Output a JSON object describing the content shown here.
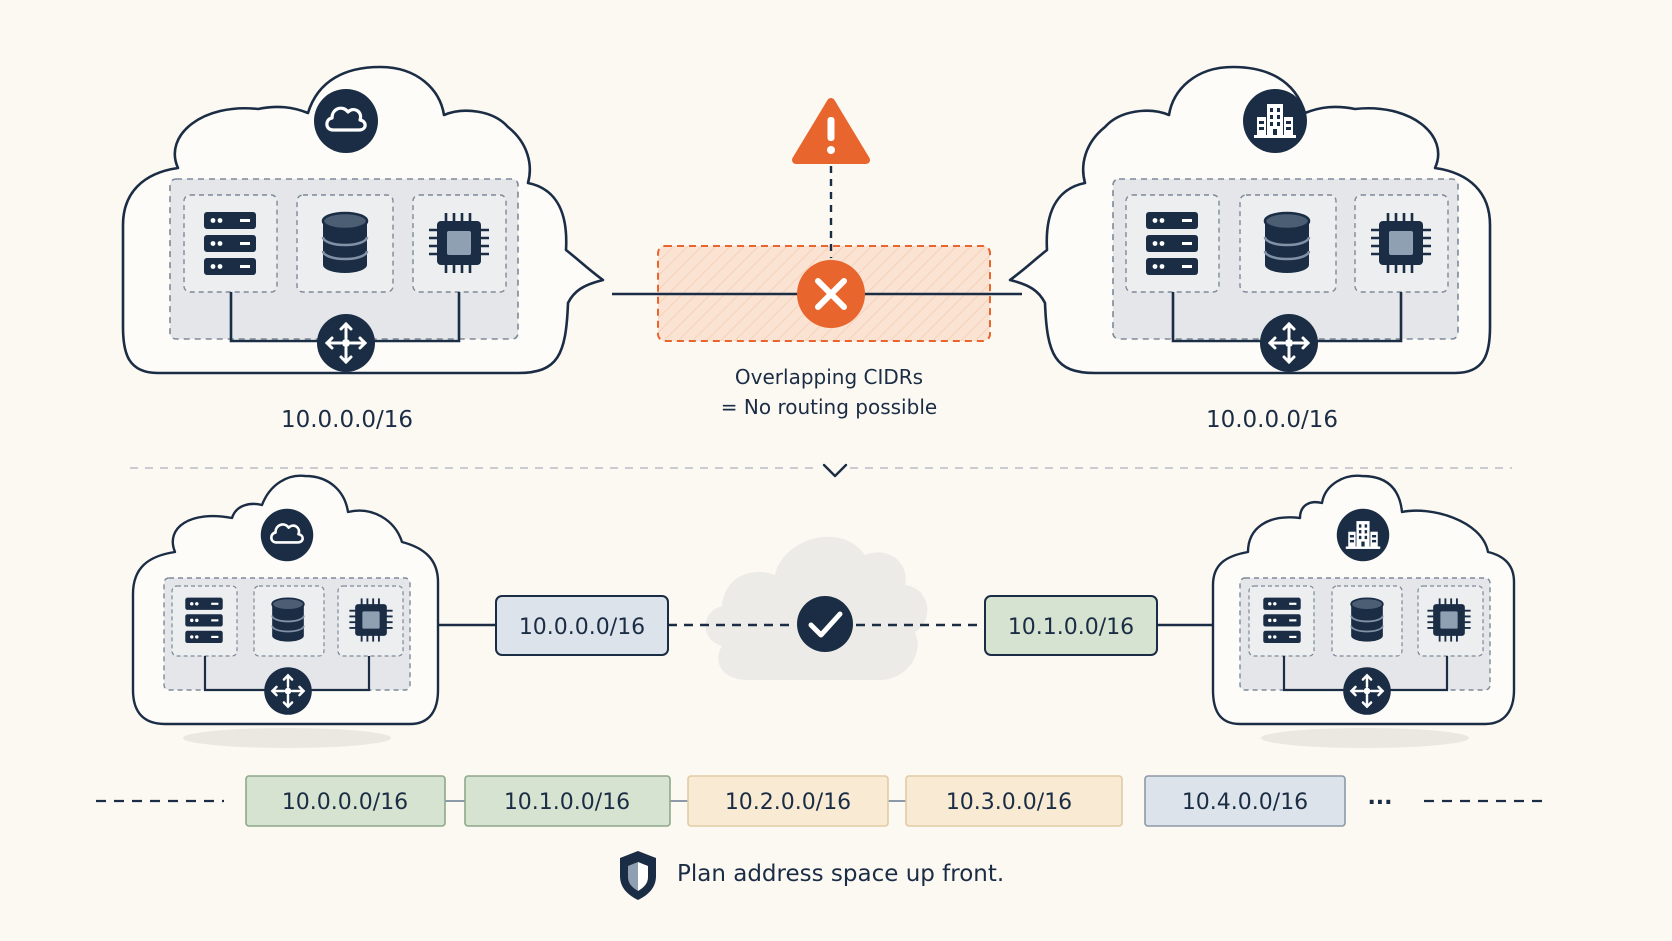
{
  "top": {
    "left_cidr": "10.0.0.0/16",
    "right_cidr": "10.0.0.0/16",
    "conflict_line1": "Overlapping CIDRs",
    "conflict_line2": "= No routing possible"
  },
  "bottom": {
    "left_cidr": "10.0.0.0/16",
    "right_cidr": "10.1.0.0/16"
  },
  "plan": {
    "blocks": [
      "10.0.0.0/16",
      "10.1.0.0/16",
      "10.2.0.0/16",
      "10.3.0.0/16",
      "10.4.0.0/16"
    ],
    "ellipsis": "...",
    "caption": "Plan address space up front."
  },
  "colors": {
    "navy": "#1b2d45",
    "warning_orange": "#e8652d",
    "conflict_fill": "#fbe3d3",
    "green_block": "#d6e3d0",
    "cream_block": "#f8ead3",
    "blue_block": "#dde3ea"
  },
  "icons": {
    "cloud_provider": "cloud-icon",
    "on_prem": "building-icon",
    "server": "server-icon",
    "database": "database-icon",
    "chip": "chip-icon",
    "router": "router-icon",
    "warning": "warning-icon",
    "error": "x-icon",
    "success": "check-icon",
    "shield": "shield-icon"
  }
}
